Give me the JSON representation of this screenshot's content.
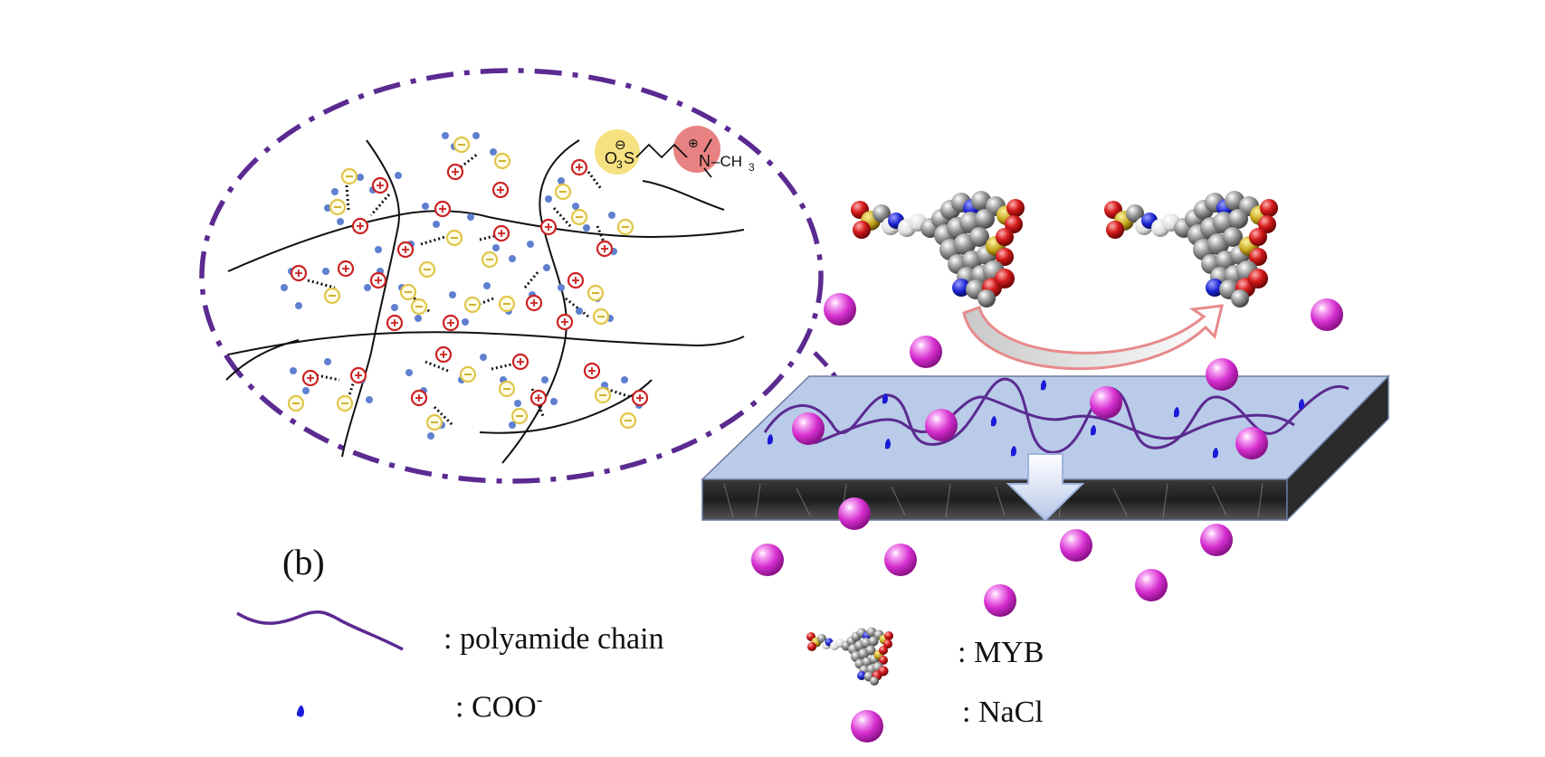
{
  "panel_label": "(b)",
  "molecule": {
    "sulfonate": {
      "sub_o": "O",
      "sub_3": "3",
      "s": "S",
      "minus": "⊖"
    },
    "ammonium": {
      "plus": "⊕",
      "n": "N",
      "methyl": "–CH",
      "methyl_sub": "3"
    }
  },
  "legend": {
    "chain": ": polyamide chain",
    "coo": ": COO",
    "coo_sup": "-",
    "myb": ": MYB",
    "nacl": ": NaCl"
  },
  "colors": {
    "polyamide": "#5b2a91",
    "carboxylate": "#1a1ad8",
    "nacl": "#d62fd0",
    "membrane_top": "#b9cbe8",
    "arrow": "#e8898b",
    "anion_ring": "#e0c54a",
    "cation_ring": "#cc2222",
    "network_dots": "#5f7fd0"
  }
}
